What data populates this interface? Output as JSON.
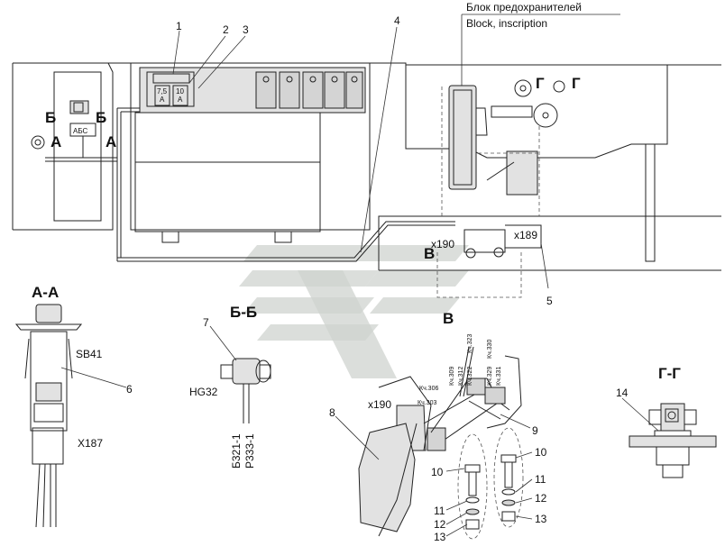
{
  "header": {
    "block_ru": "Блок предохранителей",
    "block_en": "Block, inscription"
  },
  "callouts": {
    "c1": "1",
    "c2": "2",
    "c3": "3",
    "c4": "4",
    "c5": "5",
    "c6": "6",
    "c7": "7",
    "c8": "8",
    "c9": "9",
    "c10a": "10",
    "c10b": "10",
    "c11a": "11",
    "c11b": "11",
    "c12a": "12",
    "c12b": "12",
    "c13a": "13",
    "c13b": "13",
    "c14": "14"
  },
  "section_marks": {
    "b_left": "Б",
    "b_right": "Б",
    "a_left": "А",
    "a_right": "А",
    "g_left": "Г",
    "g_right": "Г",
    "v_main": "В"
  },
  "panel": {
    "fuse_75": "7,5",
    "fuse_75_unit": "А",
    "fuse_10": "10",
    "fuse_10_unit": "А",
    "abs_label": "АБС",
    "x190": "x190",
    "x189": "x189"
  },
  "views": {
    "aa_title": "А-А",
    "bb_title": "Б-Б",
    "v_title": "В",
    "gg_title": "Г-Г"
  },
  "aa_view": {
    "sb41": "SB41",
    "x187": "X187"
  },
  "bb_view": {
    "hg32": "HG32",
    "b321": "Б321-1",
    "r333": "Р333-1"
  },
  "v_view": {
    "x190": "x190",
    "kch306": "Кч.306",
    "kch303": "Кч.303",
    "kch309": "Кч.309",
    "kch312": "Кч.312",
    "kch322": "Кч.322",
    "kch323": "Кч.323",
    "kch329": "Кч.329",
    "kch330": "Кч.330",
    "kch331": "Кч.331"
  }
}
